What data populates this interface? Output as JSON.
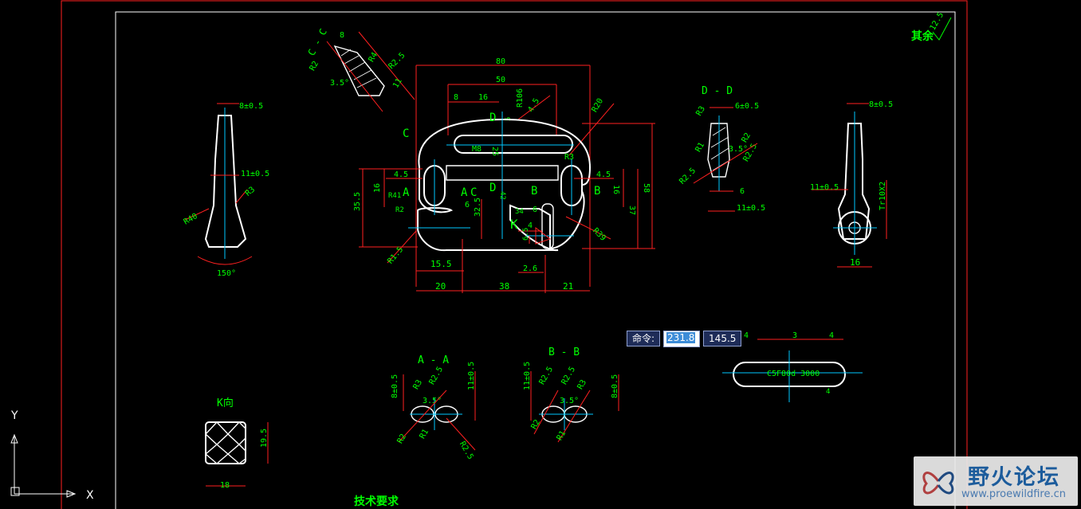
{
  "drawing": {
    "roughness_note": "其余",
    "roughness_value": "12.5",
    "tech_req_title": "技术要求",
    "ucs_x": "X",
    "ucs_y": "Y",
    "section_labels": {
      "cc": "C - C",
      "dd": "D - D",
      "aa": "A - A",
      "bb": "B - B",
      "k_view": "K向",
      "C": "C",
      "D": "D",
      "A": "A",
      "B": "B",
      "K": "K"
    },
    "dimensions": {
      "d80": "80",
      "d50": "50",
      "d8": "8",
      "d16": "16",
      "r106": "R106",
      "r20": "R20",
      "d45a": "4.5",
      "d45b": "4.5",
      "d45c": "4.5",
      "d5": "5",
      "d25": "25",
      "m8": "M8",
      "d16b": "16",
      "d16c": "16",
      "d355": "35.5",
      "d325": "32.5",
      "d6": "6",
      "d42": "42",
      "d58": "58",
      "d37": "37",
      "r41": "R41",
      "r2": "R2",
      "r15": "R1.5",
      "r39": "R39",
      "r3": "R3",
      "d155": "15.5",
      "d26": "2.6",
      "d20": "20",
      "d38": "38",
      "d21": "21",
      "d6b": "6",
      "d4": "4",
      "d34": "34",
      "d65": "6.5",
      "cc8": "8",
      "cc_r2": "R2",
      "cc_r4": "R4",
      "cc_r25": "R2.5",
      "cc_35": "3.5°",
      "cc_11": "11",
      "l8": "8±0.5",
      "l11": "11±0.5",
      "l_r3": "R3",
      "l_r40": "R40",
      "l_150": "150°",
      "dd6": "6±0.5",
      "dd_r3": "R3",
      "dd_r2": "R2",
      "dd_r1": "R1",
      "dd_35": "3.5°",
      "dd_r25": "R2.5",
      "dd_r25b": "R2.5",
      "dd6b": "6",
      "dd11": "11±0.5",
      "r8": "8±0.5",
      "r11": "11±0.5",
      "r_m10": "Tr10X2",
      "r16": "16",
      "s4a": "4",
      "s3": "3",
      "s4b": "4",
      "s_txt": "C5F80d 3000",
      "s_4c": "4",
      "aa8": "8±0.5",
      "aa11": "11±0.5",
      "aa_r3": "R3",
      "aa_r25": "R2.5",
      "aa_35": "3.5°",
      "aa_r2": "R2",
      "aa_r1": "R1",
      "aa_r25b": "R2.5",
      "bb11": "11±0.5",
      "bb8": "8±0.5",
      "bb_r25": "R2.5",
      "bb_r25b": "R2.5",
      "bb_35": "3.5°",
      "bb_r3": "R3",
      "bb_r2": "R2",
      "bb_r1": "R1",
      "k195": "19.5",
      "k18": "18"
    }
  },
  "command": {
    "label": "命令:",
    "value_x": "231.8",
    "value_y": "145.5"
  },
  "watermark": {
    "title": "野火论坛",
    "url": "www.proewildfire.cn"
  },
  "colors": {
    "background": "#000000",
    "text": "#00ff00",
    "dimension": "#ff2020",
    "geometry": "#ffffff",
    "centerline": "#00c8ff"
  }
}
